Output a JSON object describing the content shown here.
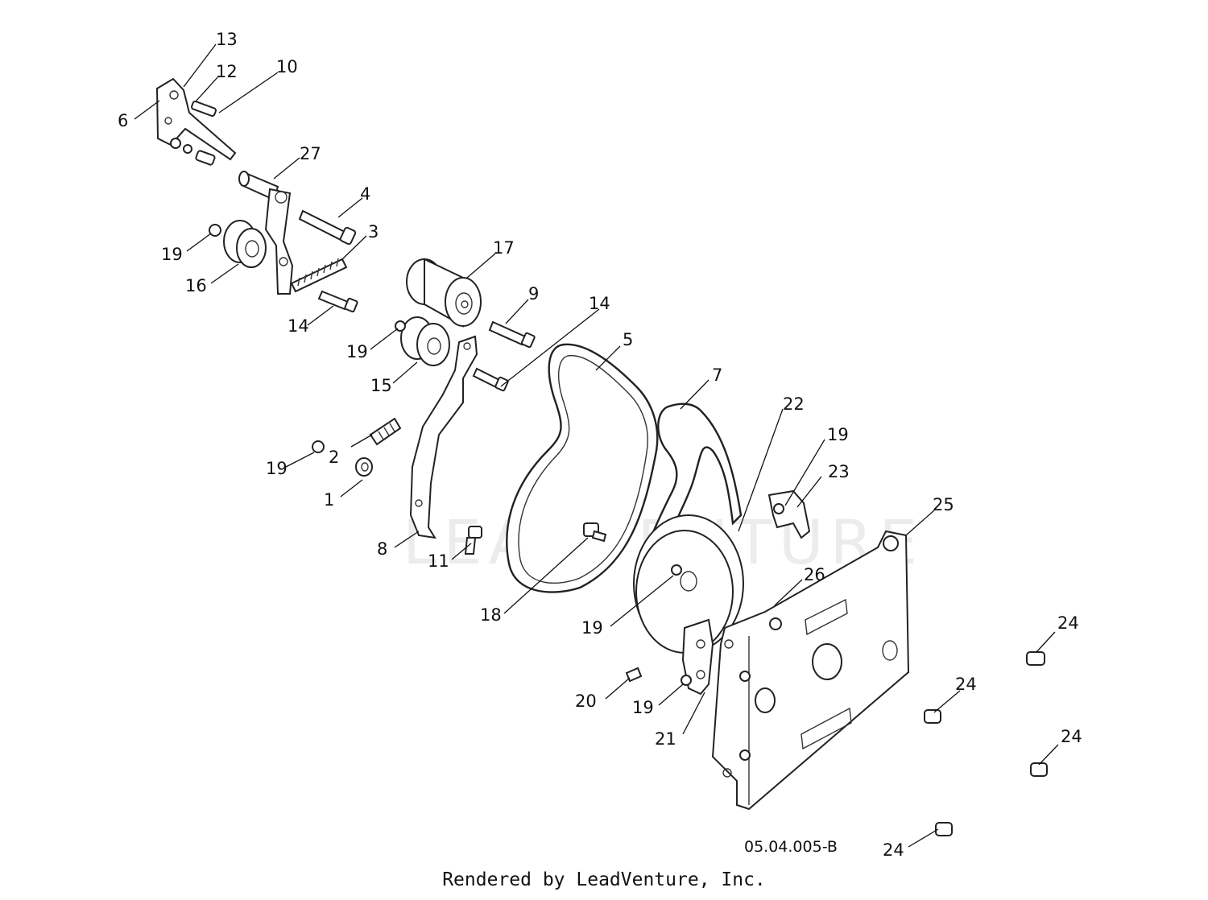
{
  "watermark": "LEADVENTURE",
  "diagram_code": "05.04.005-B",
  "credit": "Rendered by LeadVenture, Inc.",
  "callouts": {
    "c1": "1",
    "c2": "2",
    "c3": "3",
    "c4": "4",
    "c5": "5",
    "c6": "6",
    "c7": "7",
    "c8": "8",
    "c9": "9",
    "c10": "10",
    "c11": "11",
    "c12": "12",
    "c13": "13",
    "c14a": "14",
    "c14b": "14",
    "c15": "15",
    "c16": "16",
    "c17": "17",
    "c18": "18",
    "c19a": "19",
    "c19b": "19",
    "c19c": "19",
    "c19d": "19",
    "c19e": "19",
    "c19f": "19",
    "c20": "20",
    "c21": "21",
    "c22": "22",
    "c23": "23",
    "c24a": "24",
    "c24b": "24",
    "c24c": "24",
    "c24d": "24",
    "c25": "25",
    "c26": "26",
    "c27": "27"
  }
}
